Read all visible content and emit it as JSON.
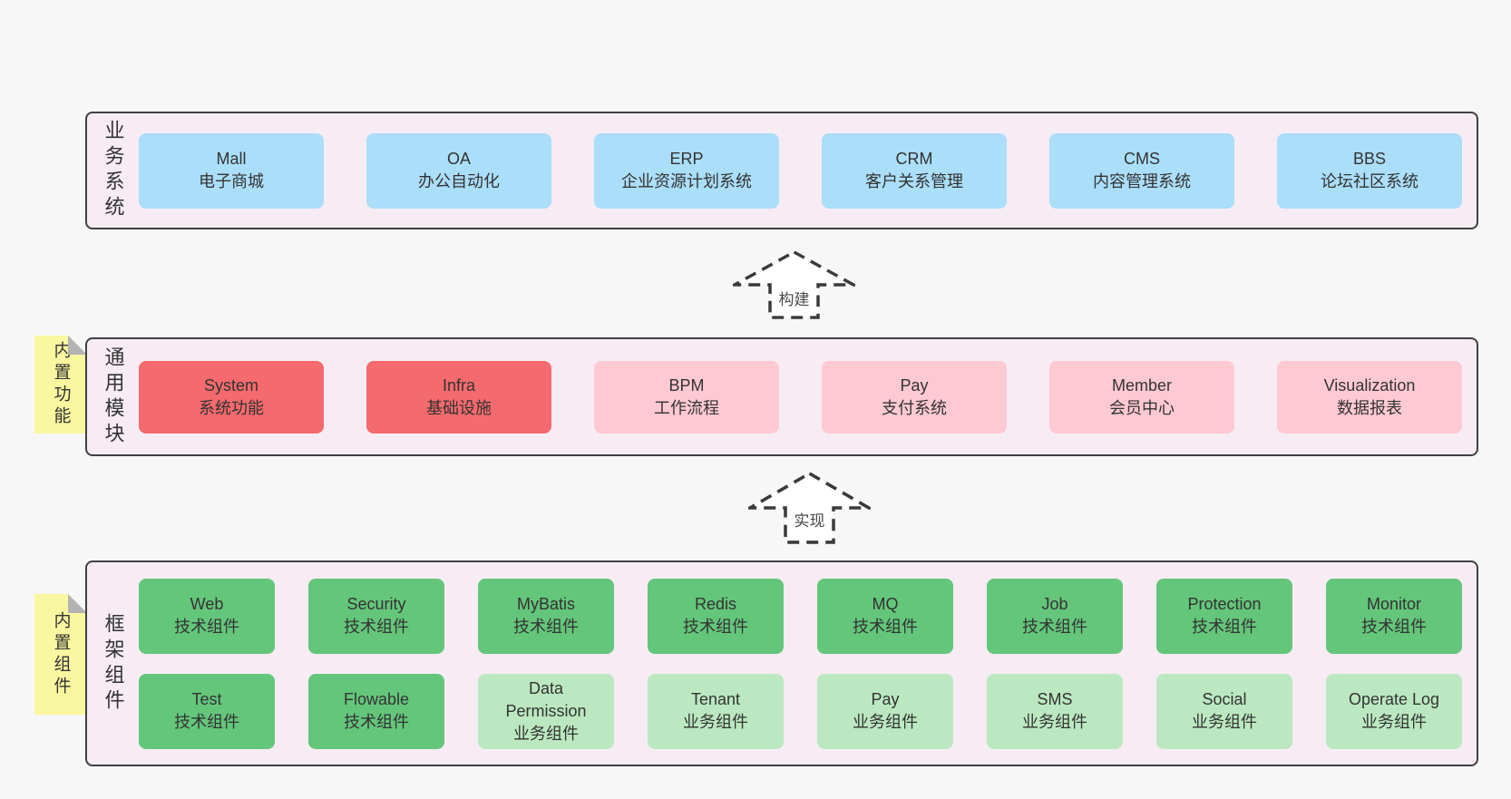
{
  "colors": {
    "page_background": "#f7f7f7",
    "container_background": "#f7ecf4",
    "container_border": "#404040",
    "blue_box": "#abdef8",
    "red_box": "#f56a6e",
    "pink_box": "#ffc9d3",
    "green_box": "#64c67b",
    "light_green_box": "#bbe8c0",
    "note_background": "#faf7a1",
    "text": "#333333",
    "arrow_stroke": "#3a3a3a"
  },
  "arrows": [
    {
      "label": "构建"
    },
    {
      "label": "实现"
    }
  ],
  "layers": [
    {
      "label": "业务系统",
      "boxes": [
        {
          "title": "Mall",
          "subtitle": "电子商城",
          "variant": "blue"
        },
        {
          "title": "OA",
          "subtitle": "办公自动化",
          "variant": "blue"
        },
        {
          "title": "ERP",
          "subtitle": "企业资源计划系统",
          "variant": "blue"
        },
        {
          "title": "CRM",
          "subtitle": "客户关系管理",
          "variant": "blue"
        },
        {
          "title": "CMS",
          "subtitle": "内容管理系统",
          "variant": "blue"
        },
        {
          "title": "BBS",
          "subtitle": "论坛社区系统",
          "variant": "blue"
        }
      ]
    },
    {
      "label": "通用模块",
      "note": "内置功能",
      "boxes": [
        {
          "title": "System",
          "subtitle": "系统功能",
          "variant": "red"
        },
        {
          "title": "Infra",
          "subtitle": "基础设施",
          "variant": "red"
        },
        {
          "title": "BPM",
          "subtitle": "工作流程",
          "variant": "pink"
        },
        {
          "title": "Pay",
          "subtitle": "支付系统",
          "variant": "pink"
        },
        {
          "title": "Member",
          "subtitle": "会员中心",
          "variant": "pink"
        },
        {
          "title": "Visualization",
          "subtitle": "数据报表",
          "variant": "pink"
        }
      ]
    },
    {
      "label": "框架组件",
      "note": "内置组件",
      "rows": [
        [
          {
            "title": "Web",
            "subtitle": "技术组件",
            "variant": "green"
          },
          {
            "title": "Security",
            "subtitle": "技术组件",
            "variant": "green"
          },
          {
            "title": "MyBatis",
            "subtitle": "技术组件",
            "variant": "green"
          },
          {
            "title": "Redis",
            "subtitle": "技术组件",
            "variant": "green"
          },
          {
            "title": "MQ",
            "subtitle": "技术组件",
            "variant": "green"
          },
          {
            "title": "Job",
            "subtitle": "技术组件",
            "variant": "green"
          },
          {
            "title": "Protection",
            "subtitle": "技术组件",
            "variant": "green"
          },
          {
            "title": "Monitor",
            "subtitle": "技术组件",
            "variant": "green"
          }
        ],
        [
          {
            "title": "Test",
            "subtitle": "技术组件",
            "variant": "green"
          },
          {
            "title": "Flowable",
            "subtitle": "技术组件",
            "variant": "green"
          },
          {
            "title": "Data Permission",
            "subtitle": "业务组件",
            "variant": "green-light"
          },
          {
            "title": "Tenant",
            "subtitle": "业务组件",
            "variant": "green-light"
          },
          {
            "title": "Pay",
            "subtitle": "业务组件",
            "variant": "green-light"
          },
          {
            "title": "SMS",
            "subtitle": "业务组件",
            "variant": "green-light"
          },
          {
            "title": "Social",
            "subtitle": "业务组件",
            "variant": "green-light"
          },
          {
            "title": "Operate Log",
            "subtitle": "业务组件",
            "variant": "green-light"
          }
        ]
      ]
    }
  ]
}
